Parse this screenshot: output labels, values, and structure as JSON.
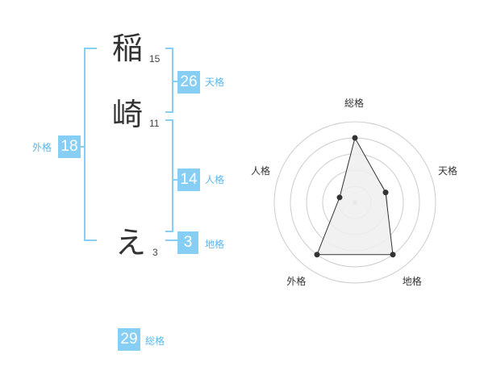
{
  "name": {
    "chars": [
      {
        "char": "稲",
        "strokes": "15"
      },
      {
        "char": "崎",
        "strokes": "11"
      },
      {
        "char": "え",
        "strokes": "3"
      }
    ]
  },
  "fortunes": {
    "tenkaku": {
      "value": "26",
      "label": "天格"
    },
    "jinkaku": {
      "value": "14",
      "label": "人格"
    },
    "chikaku": {
      "value": "3",
      "label": "地格"
    },
    "gaikaku": {
      "value": "18",
      "label": "外格"
    },
    "soukaku": {
      "value": "29",
      "label": "総格"
    }
  },
  "colors": {
    "badge": "#87cef5",
    "label": "#5cb6e8",
    "bracket": "#87cef5",
    "radar_fill": "#eeeeee",
    "radar_line": "#333333",
    "ring": "#cccccc"
  },
  "chart_data": {
    "type": "radar",
    "axes": [
      "総格",
      "天格",
      "地格",
      "外格",
      "人格"
    ],
    "values": [
      4,
      2,
      4,
      4,
      1
    ],
    "rlim": [
      0,
      5
    ],
    "rings": 5
  }
}
